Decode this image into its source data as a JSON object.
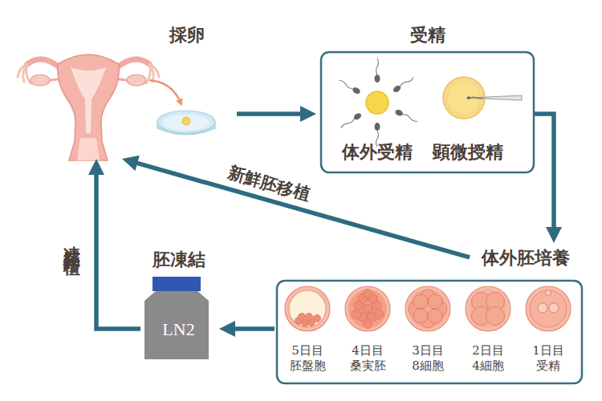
{
  "diagram": {
    "nodes": [
      {
        "text": [
          "採卵"
        ]
      },
      {
        "text": [
          "受精"
        ]
      },
      {
        "text": [
          "体外受精"
        ],
        "in": 1
      },
      {
        "text": [
          "顕微授精"
        ],
        "in": 1
      },
      {
        "text": [
          "体外胚培養"
        ]
      },
      {
        "text": [
          "5日目 胚盤胞"
        ],
        "in": 4
      },
      {
        "text": [
          "4日目 桑実胚"
        ],
        "in": 4
      },
      {
        "text": [
          "3日目 8細胞"
        ],
        "in": 4
      },
      {
        "text": [
          "2日目 4細胞"
        ],
        "in": 4
      },
      {
        "text": [
          "1日目 受精"
        ],
        "in": 4
      },
      {
        "text": [
          "胚凍結",
          "LN2"
        ]
      }
    ],
    "edges": [
      {
        "from": 0,
        "to": 1,
        "arrow": "to"
      },
      {
        "from": 1,
        "to": 4,
        "arrow": "to"
      },
      {
        "from": 4,
        "to": 0,
        "label": "新鮮胚移植",
        "arrow": "to"
      },
      {
        "from": 4,
        "to": 10,
        "arrow": "to"
      },
      {
        "from": 10,
        "to": 0,
        "label": "凍結胚移植",
        "arrow": "to"
      }
    ]
  }
}
